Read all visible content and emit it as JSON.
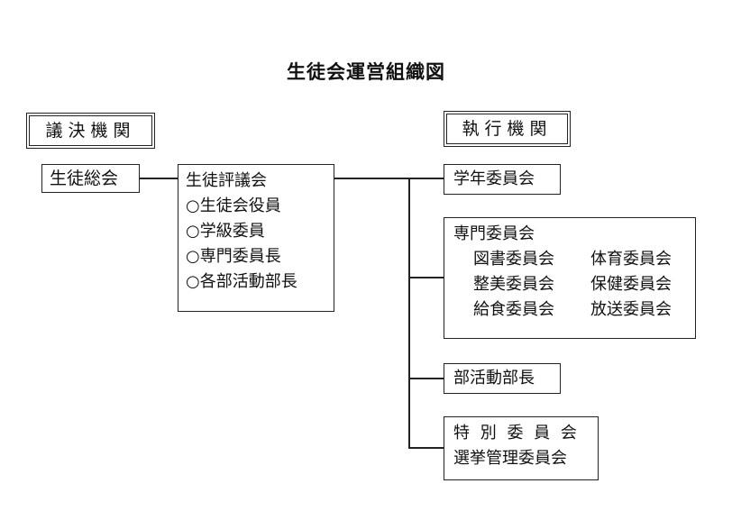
{
  "title": "生徒会運営組織図",
  "left": {
    "heading": "議決機関",
    "general_assembly": "生徒総会",
    "council": {
      "name": "生徒評議会",
      "members": [
        "○生徒会役員",
        "○学級委員",
        "○専門委員長",
        "○各部活動部長"
      ]
    }
  },
  "right": {
    "heading": "執行機関",
    "grade_committee": "学年委員会",
    "special_committees": {
      "name": "専門委員会",
      "items": [
        "図書委員会",
        "体育委員会",
        "整美委員会",
        "保健委員会",
        "給食委員会",
        "放送委員会"
      ]
    },
    "club_leaders": "部活動部長",
    "extra": {
      "name": "特 別 委 員 会",
      "sub": "選挙管理委員会"
    }
  }
}
